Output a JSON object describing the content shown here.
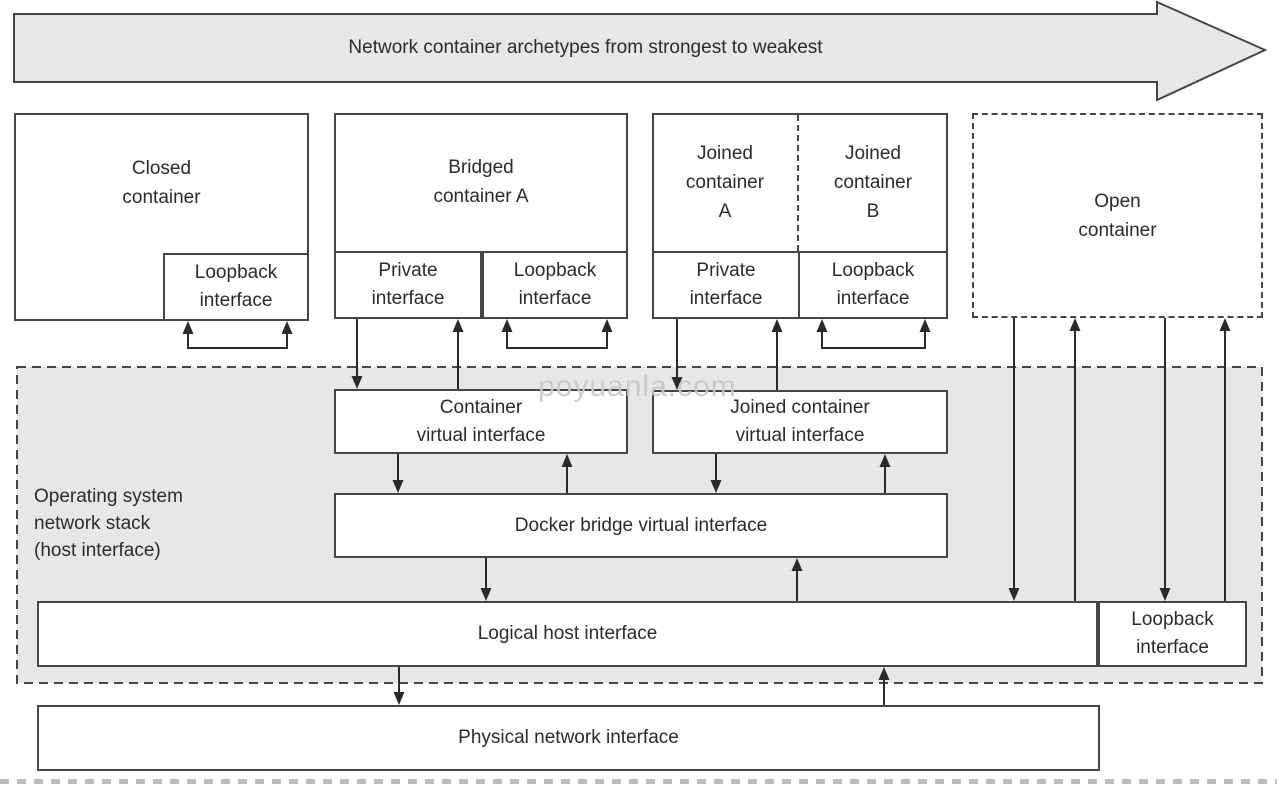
{
  "diagram": {
    "banner": {
      "label": "Network container archetypes from strongest to weakest"
    },
    "watermark": "poyuanla.com",
    "colors": {
      "fill_gray": "#e7e7e7",
      "border": "#454545",
      "line": "#2a2a2a",
      "text": "#2b2b2b",
      "watermark": "#c6cac6"
    },
    "containers": {
      "closed": {
        "title": "Closed\ncontainer",
        "loopback": "Loopback\ninterface"
      },
      "bridged": {
        "title": "Bridged\ncontainer A",
        "private": "Private\ninterface",
        "loopback": "Loopback\ninterface"
      },
      "joined": {
        "title_a": "Joined\ncontainer\nA",
        "title_b": "Joined\ncontainer\nB",
        "private": "Private\ninterface",
        "loopback": "Loopback\ninterface"
      },
      "open": {
        "title": "Open\ncontainer"
      }
    },
    "os_stack": {
      "label": "Operating system\nnetwork stack\n(host interface)",
      "container_virtual": "Container\nvirtual interface",
      "joined_virtual": "Joined container\nvirtual interface",
      "docker_bridge": "Docker bridge virtual interface",
      "logical_host": "Logical host interface",
      "loopback": "Loopback\ninterface"
    },
    "physical": {
      "label": "Physical network interface"
    }
  }
}
